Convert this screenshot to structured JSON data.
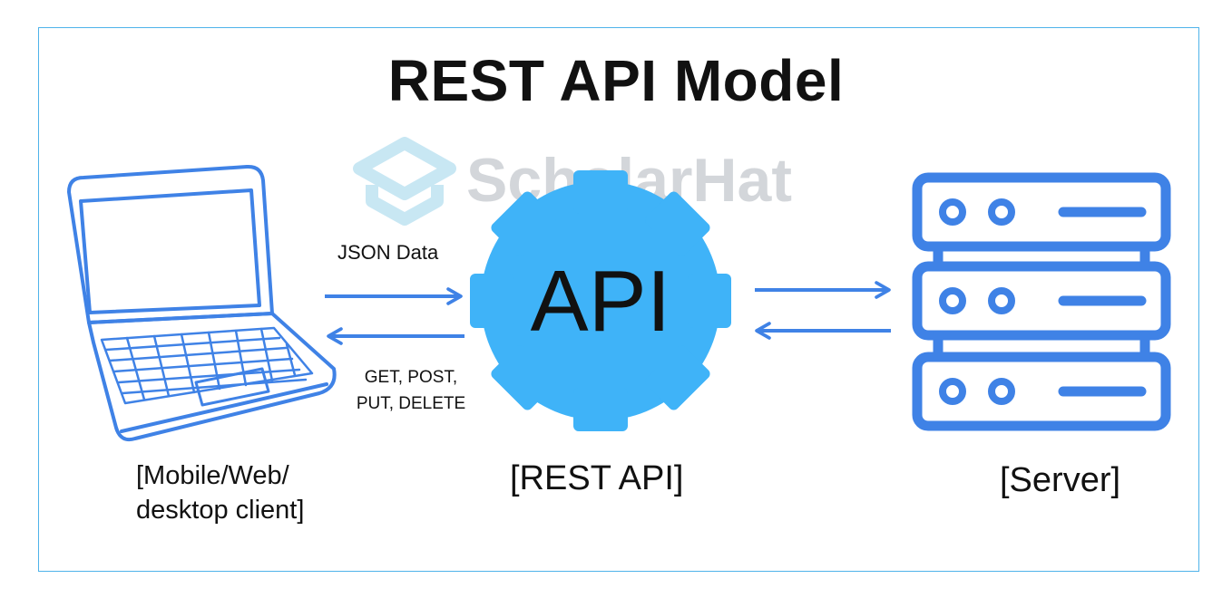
{
  "title": "REST API Model",
  "watermark": {
    "text": "ScholarHat",
    "icon": "graduation-cap-icon",
    "color": "#d3d6da"
  },
  "colors": {
    "accent_blue": "#3f82e6",
    "gear_blue": "#3fb3f8",
    "frame": "#4fb3ea",
    "text": "#111111"
  },
  "gear": {
    "text": "API",
    "icon": "gear-icon"
  },
  "arrows": {
    "client_to_api": "JSON Data",
    "api_to_client_line1": "GET, POST,",
    "api_to_client_line2": "PUT, DELETE"
  },
  "nodes": {
    "client": {
      "line1": "[Mobile/Web/",
      "line2": "desktop client]",
      "icon": "laptop-icon"
    },
    "api": {
      "label": "[REST API]"
    },
    "server": {
      "label": "[Server]",
      "icon": "server-rack-icon"
    }
  }
}
